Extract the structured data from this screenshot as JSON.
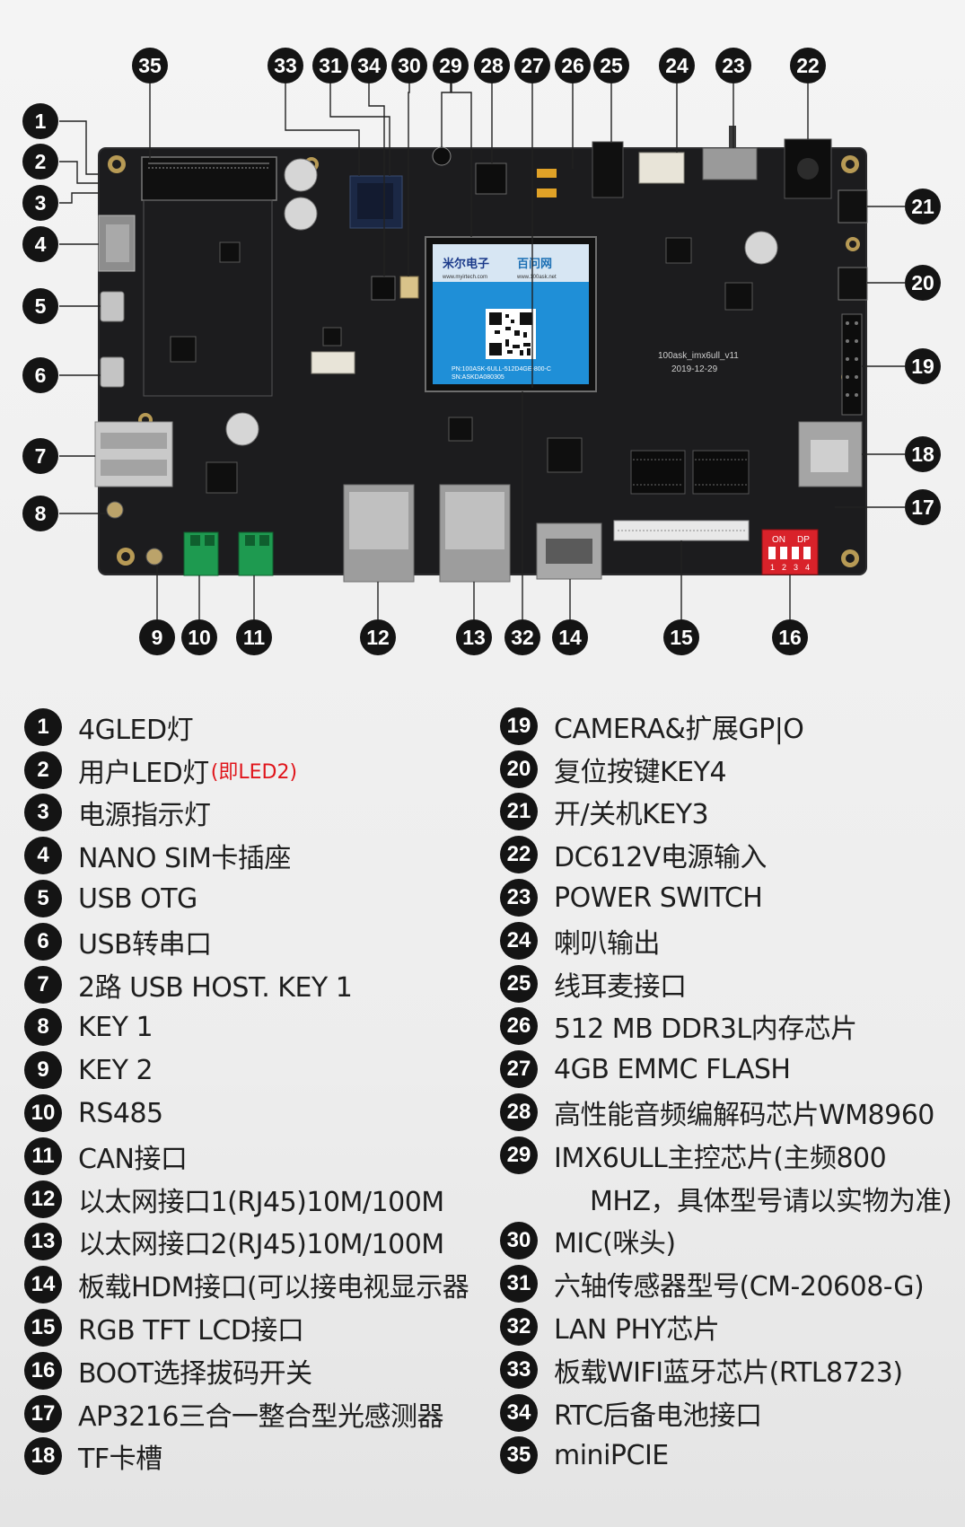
{
  "board": {
    "silk_name": "100ask_imx6ull_v11",
    "silk_date": "2019-12-29",
    "som_brand_1": "米尔电子",
    "som_brand_2": "百问网",
    "som_url_1": "www.myirtech.com",
    "som_url_2": "www.100ask.net",
    "som_pn": "PN:100ASK-6ULL-512D4GE-800-C",
    "som_sn": "SN:ASKDA080305",
    "dip_label_on": "ON",
    "dip_label_dp": "DP",
    "dip_numbers": [
      "1",
      "2",
      "3",
      "4"
    ]
  },
  "callouts_top": [
    "35",
    "33",
    "31",
    "34",
    "30",
    "29",
    "28",
    "27",
    "26",
    "25",
    "24",
    "23",
    "22"
  ],
  "callouts_left": [
    "1",
    "2",
    "3",
    "4",
    "5",
    "6",
    "7",
    "8"
  ],
  "callouts_right": [
    "21",
    "20",
    "19",
    "18",
    "17"
  ],
  "callouts_bottom": [
    "9",
    "10",
    "11",
    "12",
    "13",
    "32",
    "14",
    "15",
    "16"
  ],
  "legend_left": [
    {
      "num": "1",
      "text": "4GLED灯",
      "note": ""
    },
    {
      "num": "2",
      "text": "用户LED灯",
      "note": "(即LED2)"
    },
    {
      "num": "3",
      "text": "电源指示灯",
      "note": ""
    },
    {
      "num": "4",
      "text": "NANO SIM卡插座",
      "note": ""
    },
    {
      "num": "5",
      "text": "USB OTG",
      "note": ""
    },
    {
      "num": "6",
      "text": "USB转串口",
      "note": ""
    },
    {
      "num": "7",
      "text": "2路 USB HOST. KEY 1",
      "note": ""
    },
    {
      "num": "8",
      "text": "KEY 1",
      "note": ""
    },
    {
      "num": "9",
      "text": "KEY 2",
      "note": ""
    },
    {
      "num": "10",
      "text": "RS485",
      "note": ""
    },
    {
      "num": "11",
      "text": "CAN接口",
      "note": ""
    },
    {
      "num": "12",
      "text": "以太网接口1(RJ45)10M/100M",
      "note": ""
    },
    {
      "num": "13",
      "text": "以太网接口2(RJ45)10M/100M",
      "note": ""
    },
    {
      "num": "14",
      "text": "板载HDM接口(可以接电视显示器",
      "note": ""
    },
    {
      "num": "15",
      "text": "RGB TFT LCD接口",
      "note": ""
    },
    {
      "num": "16",
      "text": "BOOT选择拔码开关",
      "note": ""
    },
    {
      "num": "17",
      "text": "AP3216三合一整合型光感测器",
      "note": ""
    },
    {
      "num": "18",
      "text": "TF卡槽",
      "note": ""
    }
  ],
  "legend_right": [
    {
      "num": "19",
      "text": "CAMERA&扩展GP|O"
    },
    {
      "num": "20",
      "text": "复位按键KEY4"
    },
    {
      "num": "21",
      "text": "开/关机KEY3"
    },
    {
      "num": "22",
      "text": "DC612V电源输入"
    },
    {
      "num": "23",
      "text": "POWER SWITCH"
    },
    {
      "num": "24",
      "text": "喇叭输出"
    },
    {
      "num": "25",
      "text": "线耳麦接口"
    },
    {
      "num": "26",
      "text": "512 MB DDR3L内存芯片"
    },
    {
      "num": "27",
      "text": "4GB EMMC FLASH"
    },
    {
      "num": "28",
      "text": "高性能音频编解码芯片WM8960"
    },
    {
      "num": "29",
      "text": "IMX6ULL主控芯片(主频800",
      "cont": "MHZ，具体型号请以实物为准)"
    },
    {
      "num": "30",
      "text": "MIC(咪头)"
    },
    {
      "num": "31",
      "text": "六轴传感器型号(CM-20608-G)"
    },
    {
      "num": "32",
      "text": "LAN PHY芯片"
    },
    {
      "num": "33",
      "text": "板载WIFI蓝牙芯片(RTL8723)"
    },
    {
      "num": "34",
      "text": "RTC后备电池接口"
    },
    {
      "num": "35",
      "text": "miniPCIE"
    }
  ]
}
